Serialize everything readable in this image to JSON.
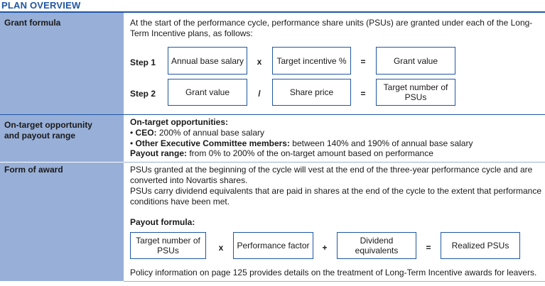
{
  "title": "PLAN OVERVIEW",
  "grant": {
    "label": "Grant formula",
    "intro": "At the start of the performance cycle, performance share units (PSUs) are granted under each of the Long-Term Incentive plans, as follows:",
    "step1": {
      "label": "Step 1",
      "box1": "Annual base salary",
      "op1": "x",
      "box2": "Target incentive %",
      "op2": "=",
      "box3": "Grant value"
    },
    "step2": {
      "label": "Step 2",
      "box1": "Grant value",
      "op1": "/",
      "box2": "Share price",
      "op2": "=",
      "box3": "Target number of PSUs"
    }
  },
  "opportunity": {
    "label": "On-target opportunity and payout range",
    "heading": "On-target opportunities:",
    "ceo_label": "CEO:",
    "ceo_text": " 200% of annual base salary",
    "ecn_label": "Other Executive Committee members:",
    "ecn_text": " between 140% and 190% of annual base salary",
    "payout_label": "Payout range:",
    "payout_text": " from 0% to 200% of the on-target amount based on performance"
  },
  "award": {
    "label": "Form of award",
    "para1": "PSUs granted at the beginning of the cycle will vest at the end of the three-year performance cycle and are converted into Novartis shares.",
    "para2": "PSUs carry dividend equivalents that are paid in shares at the end of the cycle to the extent that performance conditions have been met.",
    "formula_heading": "Payout formula:",
    "box1": "Target number of PSUs",
    "op1": "x",
    "box2": "Performance factor",
    "op2": "+",
    "box3": "Dividend equivalents",
    "op3": "=",
    "box4": "Realized PSUs",
    "footer": "Policy information on page 125 provides details on the treatment of Long-Term Incentive awards for leavers."
  }
}
